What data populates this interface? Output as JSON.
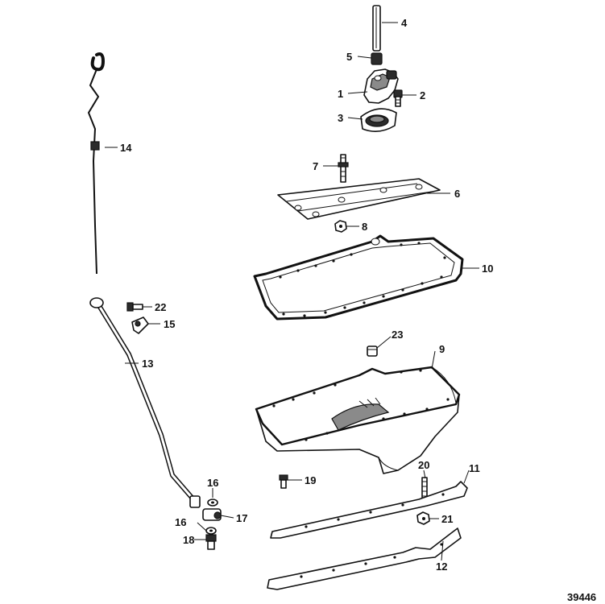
{
  "diagram_id": "39446",
  "callouts": {
    "c1": "1",
    "c2": "2",
    "c3": "3",
    "c4": "4",
    "c5": "5",
    "c6": "6",
    "c7": "7",
    "c8": "8",
    "c9": "9",
    "c10": "10",
    "c11": "11",
    "c12": "12",
    "c13": "13",
    "c14": "14",
    "c15": "15",
    "c16a": "16",
    "c16b": "16",
    "c17": "17",
    "c18": "18",
    "c19": "19",
    "c20": "20",
    "c21": "21",
    "c22": "22",
    "c23": "23"
  }
}
